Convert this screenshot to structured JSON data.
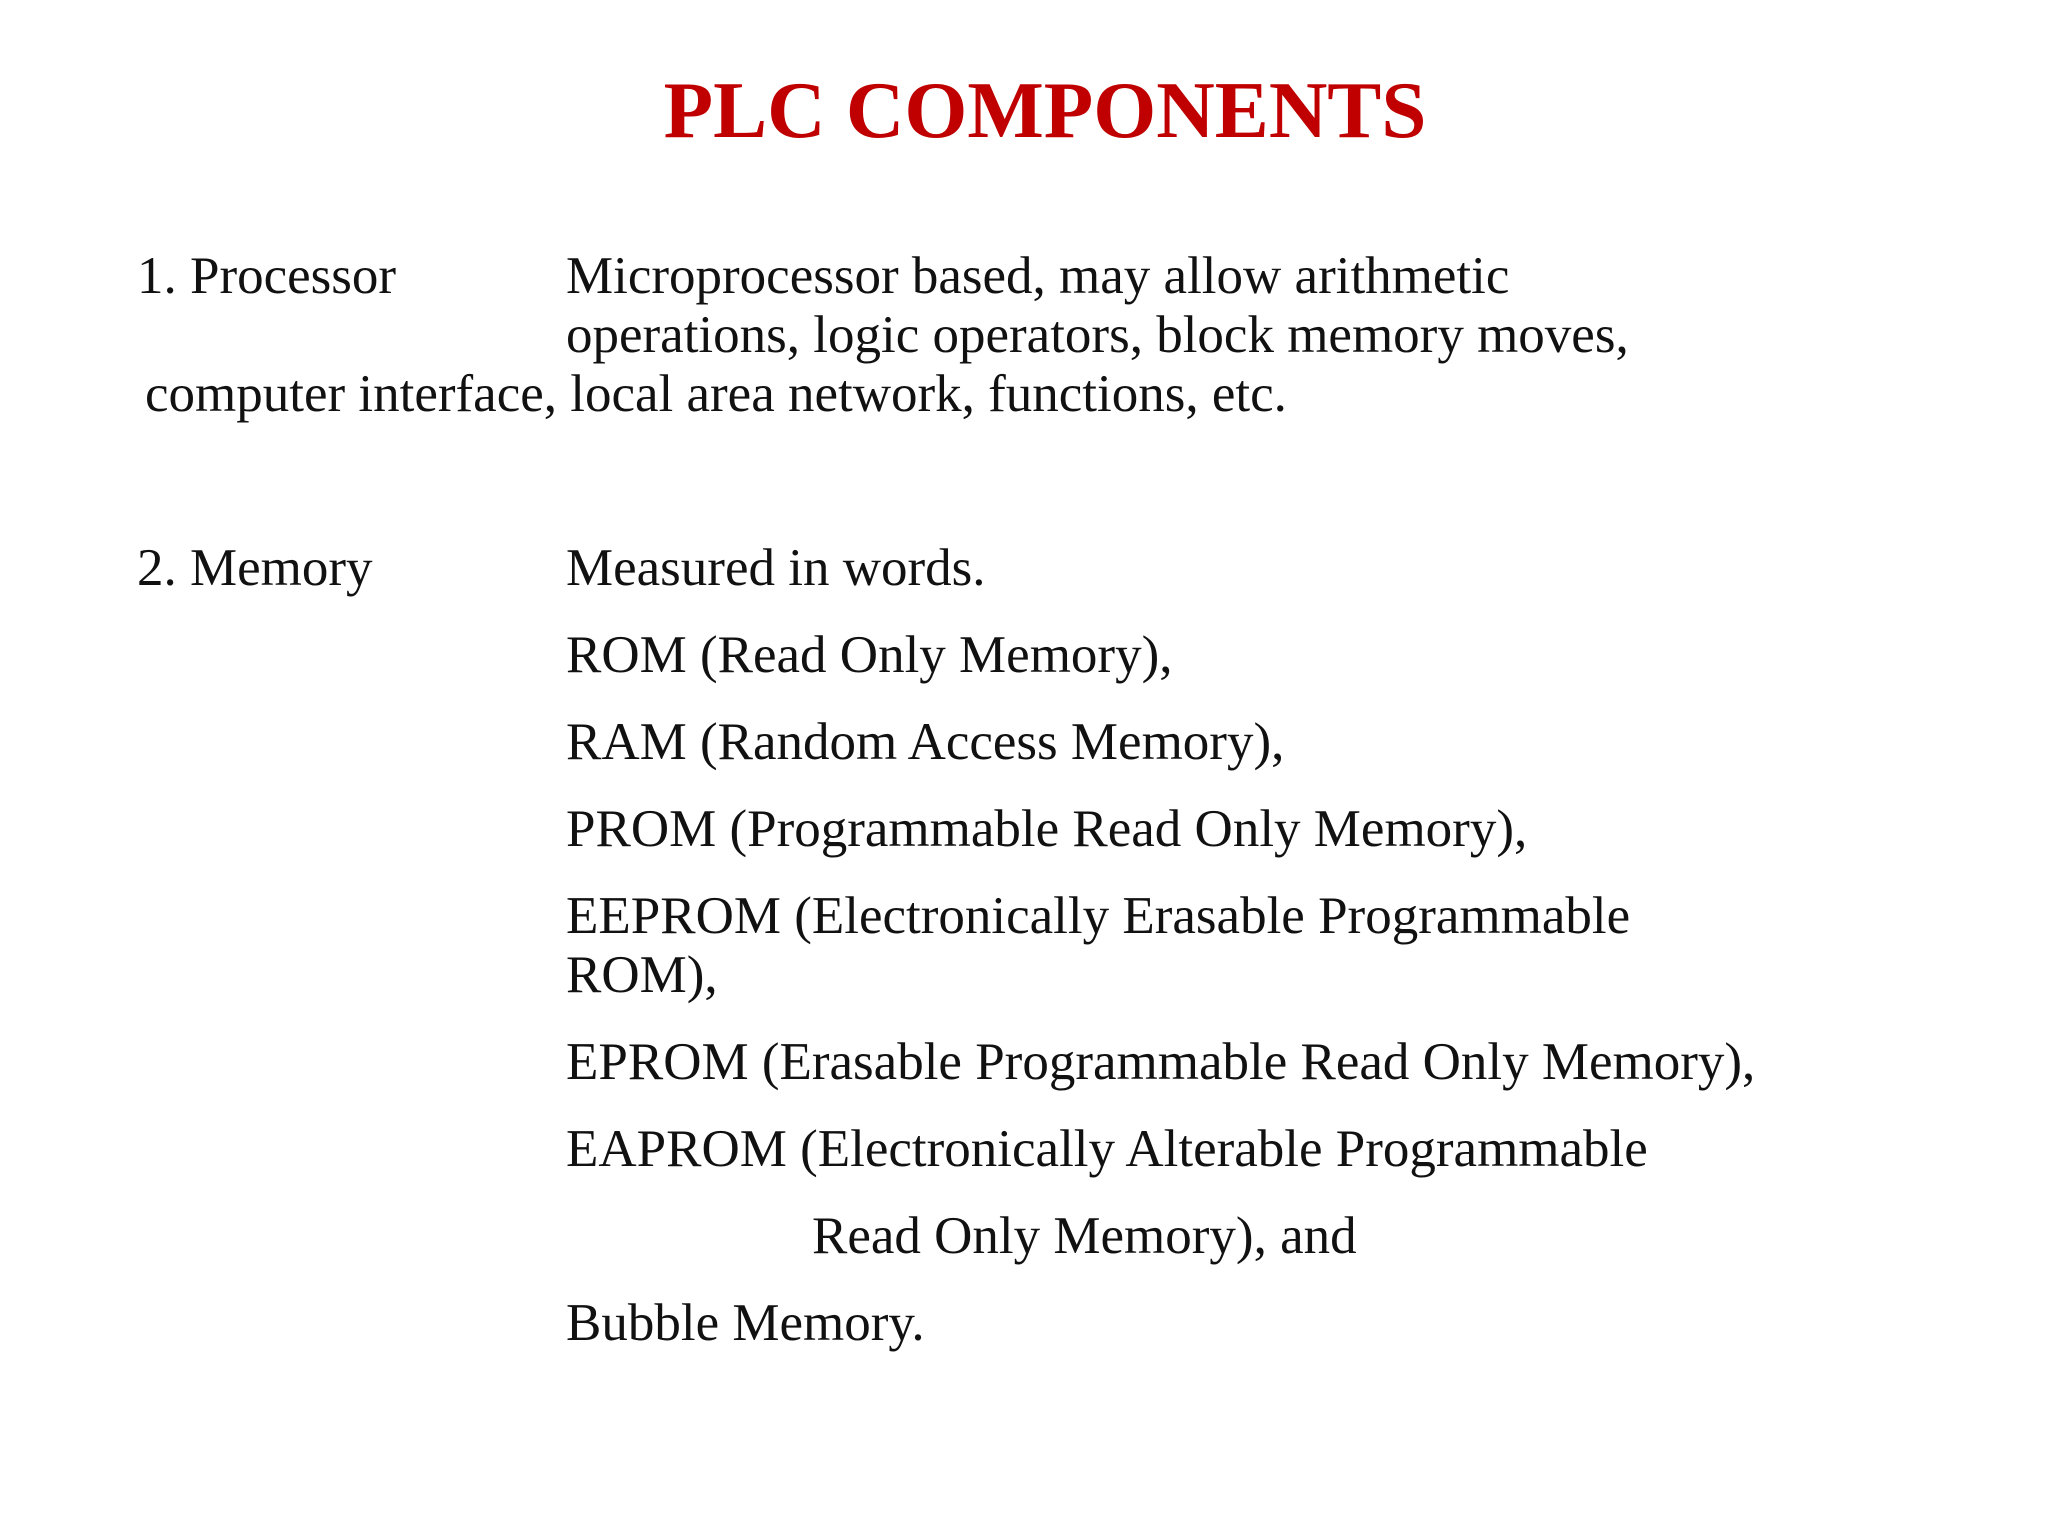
{
  "slide": {
    "title": "PLC COMPONENTS",
    "processor": {
      "label": "1. Processor",
      "lines": [
        "Microprocessor based, may allow arithmetic",
        "operations, logic operators, block memory moves,",
        "computer interface, local area network, functions, etc."
      ]
    },
    "memory": {
      "label": "2. Memory",
      "lines": [
        "Measured in words.",
        "ROM (Read Only Memory),",
        "RAM (Random Access Memory),",
        "PROM (Programmable Read Only Memory),",
        "EEPROM (Electronically Erasable Programmable",
        "ROM),",
        "EPROM (Erasable Programmable Read Only Memory),",
        "EAPROM (Electronically Alterable Programmable",
        "Read Only Memory), and",
        "Bubble Memory."
      ]
    }
  }
}
